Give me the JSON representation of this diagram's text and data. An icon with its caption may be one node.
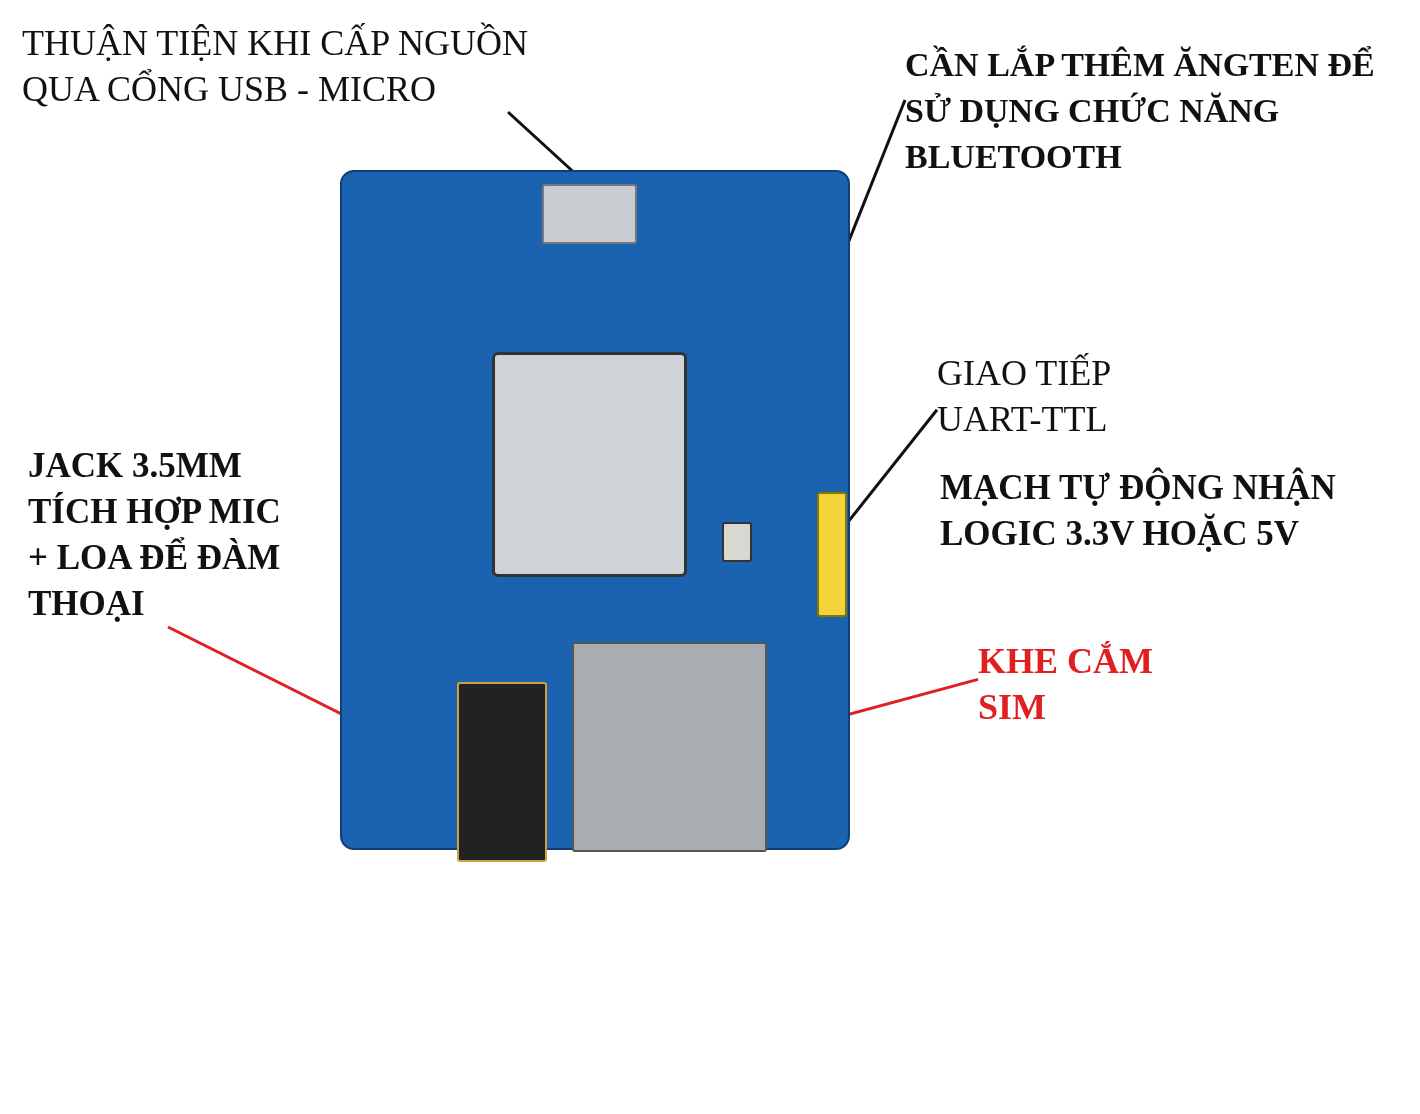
{
  "diagram": {
    "nodes": [
      {
        "text": [],
        "shape": "picture"
      },
      {
        "text": [],
        "shape": "box",
        "in": 0
      },
      {
        "text": [],
        "shape": "box",
        "in": 0
      },
      {
        "text": [],
        "shape": "box",
        "in": 0
      },
      {
        "text": [],
        "shape": "box",
        "in": 0
      },
      {
        "text": [],
        "shape": "box",
        "in": 0
      },
      {
        "text": [
          "THUẬN TIỆN KHI CẤP NGUỒN QUA CỔNG USB - MICRO"
        ]
      },
      {
        "text": [
          "CẦN LẮP THÊM ĂNGTEN ĐỂ SỬ DỤNG CHỨC NĂNG BLUETOOTH"
        ]
      },
      {
        "text": [
          "GIAO TIẾP UART-TTL"
        ]
      },
      {
        "text": [
          "JACK 3.5MM TÍCH HỢP MIC + LOA ĐỂ ĐÀM THOẠI"
        ]
      },
      {
        "text": [
          "KHE CẮM SIM"
        ]
      }
    ],
    "edges": [
      {
        "from": 6,
        "to": 1,
        "arrow": "none"
      },
      {
        "from": 7,
        "to": 2,
        "arrow": "none"
      },
      {
        "from": 8,
        "to": 3,
        "arrow": "none"
      },
      {
        "from": 9,
        "to": 4,
        "arrow": "none",
        "color": "#e02020"
      },
      {
        "from": 10,
        "to": 5,
        "arrow": "none",
        "color": "#e02020"
      }
    ],
    "labels": [
      "MẠCH TỰ ĐỘNG NHẬN LOGIC 3.3V HOẶC 5V"
    ]
  }
}
